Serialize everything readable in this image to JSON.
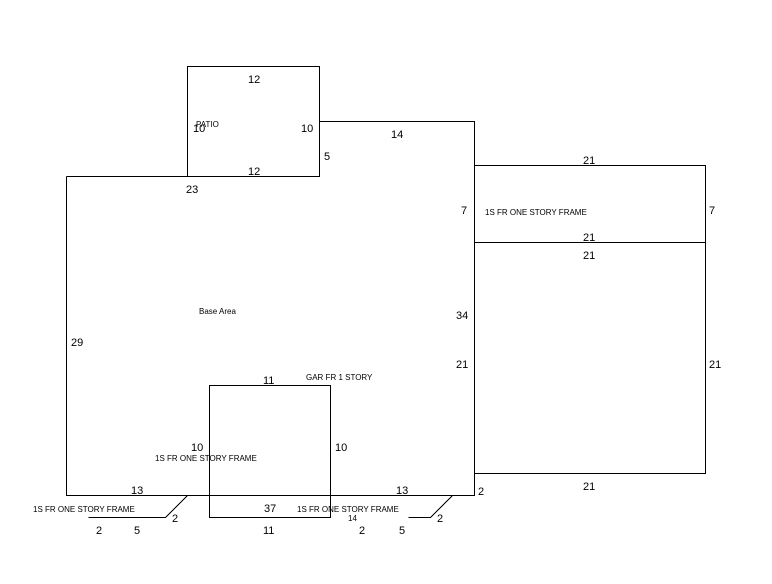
{
  "areas": {
    "patio": "PATIO",
    "base": "Base Area",
    "garage": "GAR FR 1 STORY",
    "frame_right": "1S FR  ONE STORY FRAME",
    "frame_inner": "1S FR  ONE STORY FRAME",
    "frame_left_bottom": "1S FR  ONE STORY FRAME",
    "frame_mid_bottom": "1S FR  ONE STORY FRAME"
  },
  "dimensions": {
    "patio_top": "12",
    "patio_left": "10",
    "patio_right": "10",
    "patio_bottom": "12",
    "base_top_right": "14",
    "base_step": "5",
    "base_top_left": "23",
    "base_left": "29",
    "base_right_upper": "7",
    "base_right": "34",
    "base_right_lower": "21",
    "base_bottom_left": "13",
    "base_bottom_right": "13",
    "base_bottom_end": "2",
    "right_top": "21",
    "right_upper_side": "7",
    "right_upper_bottom": "21",
    "right_lower_top": "21",
    "right_lower_side": "21",
    "right_bottom": "21",
    "garage_top": "11",
    "garage_left": "10",
    "garage_right": "10",
    "garage_bottom": "11",
    "bottom_total": "37",
    "bottom_mid": "14",
    "left_diag": "2",
    "left_a": "2",
    "left_b": "5",
    "right_diag": "2",
    "mid_a": "2",
    "mid_b": "5"
  }
}
